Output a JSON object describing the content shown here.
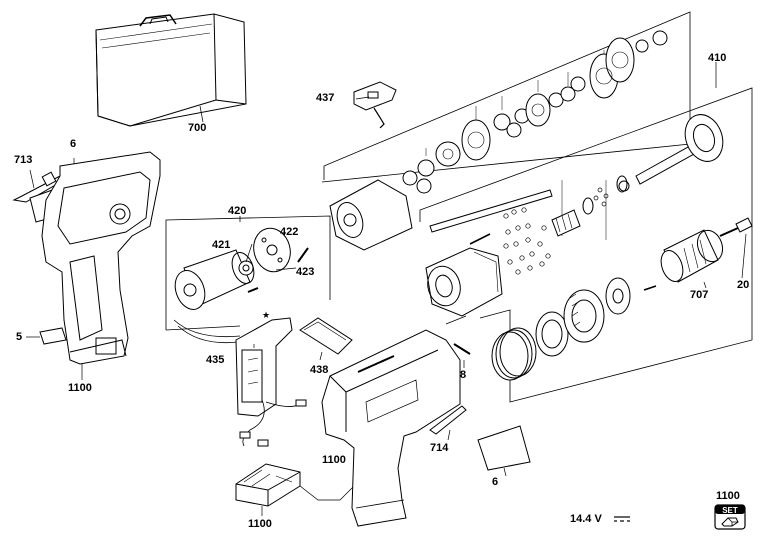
{
  "labels": {
    "p700": "700",
    "p713": "713",
    "p6a": "6",
    "p5": "5",
    "p1100a": "1100",
    "p420": "420",
    "p421": "421",
    "p422": "422",
    "p423": "423",
    "p435": "435",
    "p438": "438",
    "p1100b": "1100",
    "p437": "437",
    "p410": "410",
    "p8": "8",
    "p1100c": "1100",
    "p714": "714",
    "p6b": "6",
    "p707": "707",
    "p20": "20",
    "p1100d": "1100"
  },
  "voltage": "14.4 V",
  "set_badge": "SET",
  "icons": {
    "dc_symbol": "dc-voltage-icon",
    "set": "set-box-icon"
  }
}
